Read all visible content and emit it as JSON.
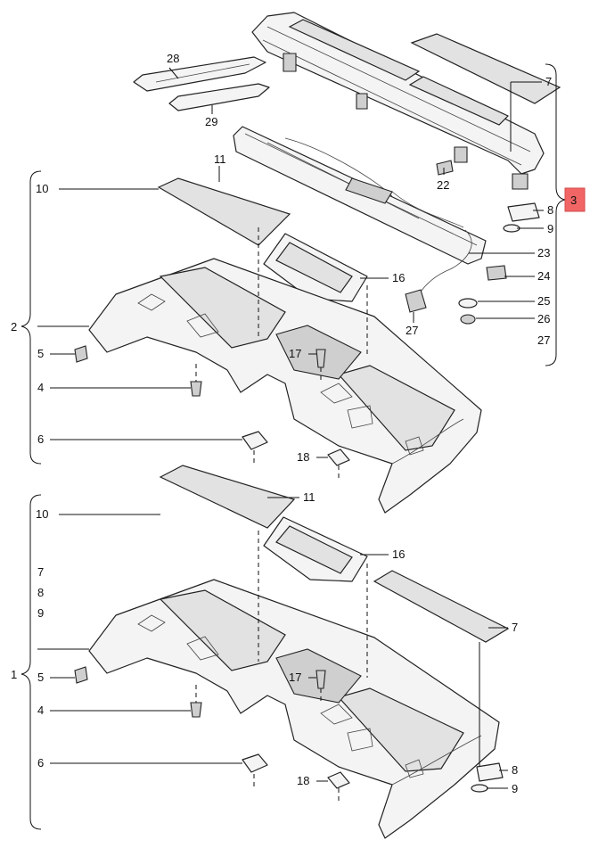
{
  "labels_top": {
    "l7": "7",
    "l28": "28",
    "l29": "29",
    "l22": "22",
    "l8": "8",
    "l9": "9",
    "l3": "3",
    "l23": "23",
    "l24": "24",
    "l25": "25",
    "l26": "26",
    "l27a": "27",
    "l27b": "27",
    "l11": "11",
    "l10": "10",
    "l16": "16",
    "l2": "2",
    "l5": "5",
    "l17": "17",
    "l4": "4",
    "l6": "6",
    "l18": "18"
  },
  "labels_bottom": {
    "l11": "11",
    "l10": "10",
    "l16": "16",
    "l7a": "7",
    "l8a": "8",
    "l9a": "9",
    "l1": "1",
    "l5": "5",
    "l17": "17",
    "l7": "7",
    "l4": "4",
    "l6": "6",
    "l18": "18",
    "l8": "8",
    "l9": "9"
  },
  "badge": {
    "text": "3",
    "color": "#f26565"
  }
}
